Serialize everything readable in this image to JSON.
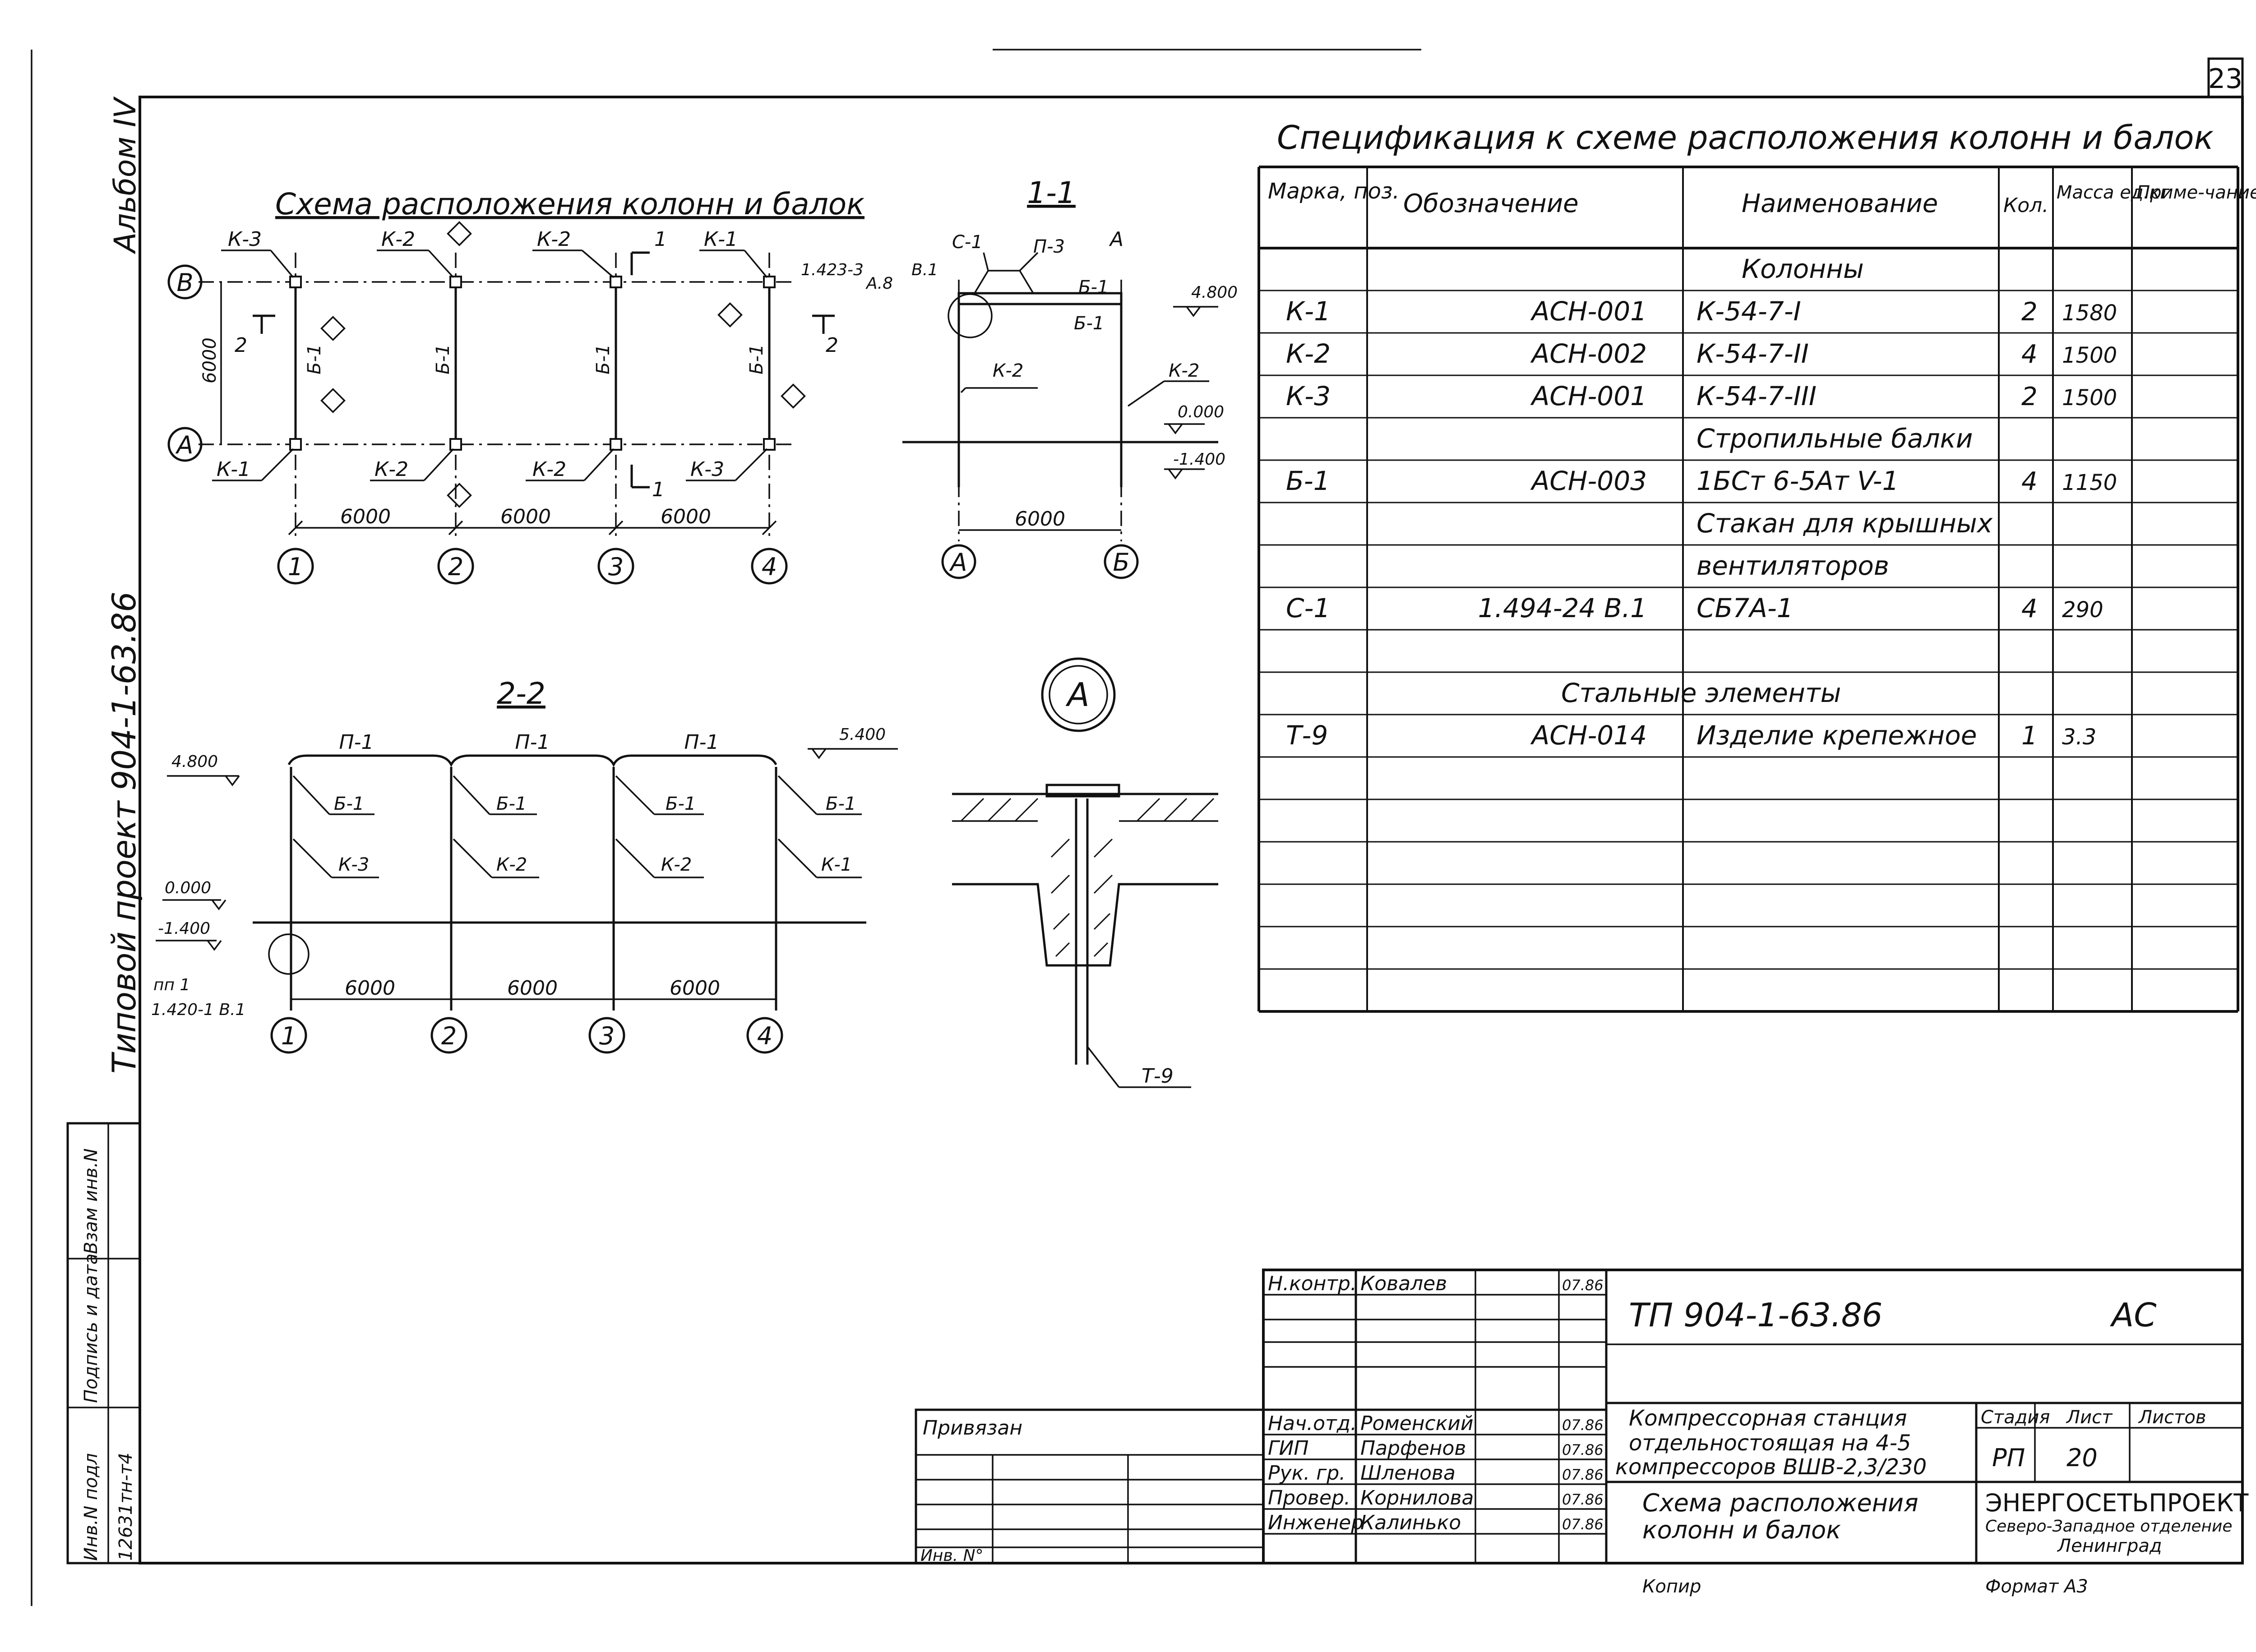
{
  "sheet_number": "23",
  "album_label": "Альбом IV",
  "project_side_label": "Типовой проект 904-1-63.86",
  "side_stamp": {
    "row1": "Инв.N подл",
    "row1_value": "12631тн-т4",
    "row2": "Подпись и дата",
    "row3": "Взам инв.N"
  },
  "plan": {
    "title": "Схема расположения колонн и балок",
    "axis_rows": [
      "В",
      "А"
    ],
    "axis_cols": [
      "1",
      "2",
      "3",
      "4"
    ],
    "spans": [
      "6000",
      "6000",
      "6000"
    ],
    "dim_v": "6000",
    "cols_top": [
      "К-3",
      "К-2",
      "К-2",
      "К-1"
    ],
    "cols_bottom": [
      "К-1",
      "К-2",
      "К-2",
      "К-3"
    ],
    "beam": "Б-1",
    "cut1": "1",
    "cut2": "2",
    "ref_a": "А",
    "node": "А"
  },
  "section11": {
    "title": "1-1",
    "c1": "С-1",
    "p3": "П-3",
    "a": "А",
    "b1": "Б-1",
    "k2": "К-2",
    "elev_top": "4.800",
    "elev_0": "0.000",
    "elev_m": "-1.400",
    "span": "6000",
    "axis_l": "А",
    "axis_r": "Б",
    "ref_a": "А.8",
    "ref_num": "1.423-3",
    "ref_b": "В.1"
  },
  "section22": {
    "title": "2-2",
    "p1": "П-1",
    "b1": "Б-1",
    "cols": [
      "К-3",
      "К-2",
      "К-2",
      "К-1"
    ],
    "elev_480": "4.800",
    "elev_540": "5.400",
    "elev_0": "0.000",
    "elev_m": "-1.400",
    "pp": "пп 1",
    "pp_ref": "1.420-1 В.1",
    "spans": [
      "6000",
      "6000",
      "6000"
    ],
    "axes": [
      "1",
      "2",
      "3",
      "4"
    ]
  },
  "detail": {
    "label": "А",
    "t9": "Т-9"
  },
  "spec": {
    "title": "Спецификация к схеме расположения колонн и балок",
    "headers": [
      "Марка, поз.",
      "Обозначение",
      "Наименование",
      "Кол.",
      "Масса ед.кг",
      "Приме-чание"
    ],
    "rows": [
      [
        "",
        "",
        "Колонны",
        "",
        "",
        ""
      ],
      [
        "К-1",
        "АСН-001",
        "К-54-7-I",
        "2",
        "1580",
        ""
      ],
      [
        "К-2",
        "АСН-002",
        "К-54-7-II",
        "4",
        "1500",
        ""
      ],
      [
        "К-3",
        "АСН-001",
        "К-54-7-III",
        "2",
        "1500",
        ""
      ],
      [
        "",
        "",
        "Стропильные балки",
        "",
        "",
        ""
      ],
      [
        "Б-1",
        "АСН-003",
        "1БСт 6-5Ат V-1",
        "4",
        "1150",
        ""
      ],
      [
        "",
        "",
        "Стакан для крышных",
        "",
        "",
        ""
      ],
      [
        "",
        "",
        "вентиляторов",
        "",
        "",
        ""
      ],
      [
        "С-1",
        "1.494-24  В.1",
        "СБ7А-1",
        "4",
        "290",
        ""
      ],
      [
        "",
        "",
        "",
        "",
        "",
        ""
      ],
      [
        "",
        "",
        "Стальные элементы",
        "",
        "",
        ""
      ],
      [
        "Т-9",
        "АСН-014",
        "Изделие крепежное",
        "1",
        "3.3",
        ""
      ],
      [
        "",
        "",
        "",
        "",
        "",
        ""
      ],
      [
        "",
        "",
        "",
        "",
        "",
        ""
      ],
      [
        "",
        "",
        "",
        "",
        "",
        ""
      ],
      [
        "",
        "",
        "",
        "",
        "",
        ""
      ],
      [
        "",
        "",
        "",
        "",
        "",
        ""
      ],
      [
        "",
        "",
        "",
        "",
        "",
        ""
      ]
    ]
  },
  "title_block": {
    "code": "ТП 904-1-63.86",
    "mark": "АС",
    "object": [
      "Компрессорная станция",
      "отдельностоящая на 4-5",
      "компрессоров ВШВ-2,3/230"
    ],
    "sheet_name": [
      "Схема расположения",
      "колонн и балок"
    ],
    "stage_h": "Стадия",
    "sheet_h": "Лист",
    "sheets_h": "Листов",
    "stage": "РП",
    "sheet": "20",
    "org1": "ЭНЕРГОСЕТЬПРОЕКТ",
    "org2": "Северо-Западное отделение",
    "org3": "Ленинград",
    "people": [
      [
        "Н.контр.",
        "Ковалев",
        "07.86"
      ],
      [
        "Нач.отд.",
        "Роменский",
        "07.86"
      ],
      [
        "ГИП",
        "Парфенов",
        "07.86"
      ],
      [
        "Рук. гр.",
        "Шленова",
        "07.86"
      ],
      [
        "Провер.",
        "Корнилова",
        "07.86"
      ],
      [
        "Инженер",
        "Калинько",
        "07.86"
      ]
    ],
    "privyazan": "Привязан",
    "inv": "Инв. N°",
    "copied": "Копир",
    "format": "Формат А3"
  }
}
